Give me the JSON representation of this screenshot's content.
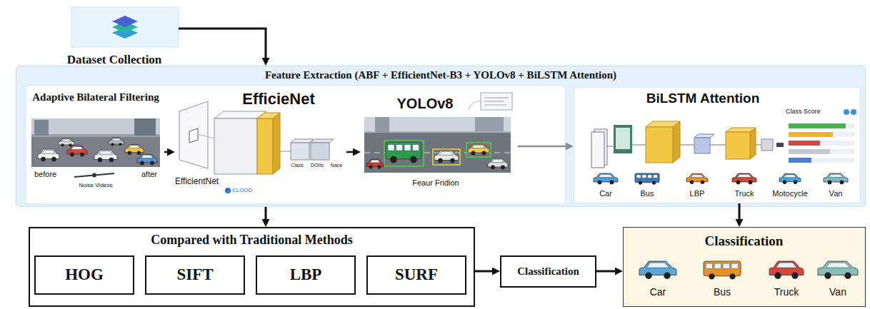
{
  "diagram": {
    "nodes": [
      {
        "text": [
          "Dataset Collection"
        ]
      },
      {
        "text": [
          "Feature Extraction (ABF + EfficientNet-B3 + YOLOv8 + BiLSTM Attention)"
        ]
      },
      {
        "text": [
          "Adaptive Bilateral Filtering",
          "before",
          "after",
          "Noise Videos"
        ],
        "in": 1
      },
      {
        "text": [
          "EfficieNet",
          "EfficientNet",
          "Class",
          "DOIIs",
          "Nace",
          "CLOOD"
        ],
        "in": 1
      },
      {
        "text": [
          "YOLOv8",
          "Feaur Fridion"
        ],
        "in": 1
      },
      {
        "text": [
          "BiLSTM Attention",
          "Class Score",
          "Car",
          "Bus",
          "LBP",
          "Truck",
          "Motocycle",
          "Van"
        ],
        "in": 1
      },
      {
        "text": [
          "Compared with Traditional Methods"
        ]
      },
      {
        "text": [
          "HOG"
        ],
        "in": 6
      },
      {
        "text": [
          "SIFT"
        ],
        "in": 6
      },
      {
        "text": [
          "LBP"
        ],
        "in": 6
      },
      {
        "text": [
          "SURF"
        ],
        "in": 6
      },
      {
        "text": [
          "Classification"
        ]
      },
      {
        "text": [
          "Classification",
          "Car",
          "Bus",
          "Truck",
          "Van"
        ]
      }
    ],
    "edges": [
      {
        "from": 0,
        "to": 1,
        "arrow": "to"
      },
      {
        "from": 2,
        "to": 3,
        "arrow": "to"
      },
      {
        "from": 3,
        "to": 4,
        "arrow": "to"
      },
      {
        "from": 4,
        "to": 5,
        "arrow": "to"
      },
      {
        "from": 1,
        "to": 6,
        "arrow": "to"
      },
      {
        "from": 5,
        "to": 12,
        "arrow": "to"
      },
      {
        "from": 6,
        "to": 11,
        "arrow": "to"
      },
      {
        "from": 11,
        "to": 12,
        "arrow": "to"
      }
    ]
  }
}
